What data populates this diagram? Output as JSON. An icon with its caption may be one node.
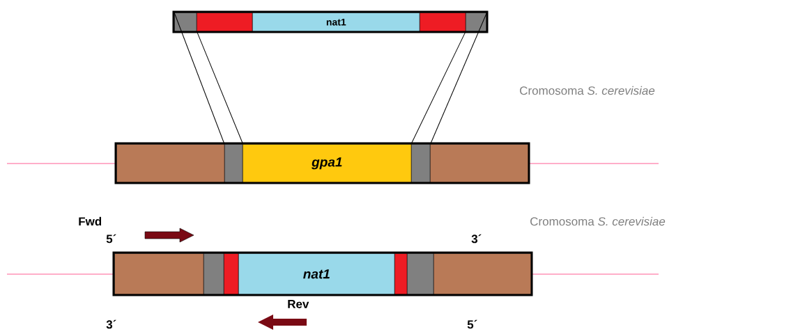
{
  "diagram": {
    "nodes": [
      {
        "text": [],
        "shape": "box"
      },
      {
        "text": [],
        "shape": "box"
      },
      {
        "text": [
          "nat1"
        ]
      },
      {
        "text": [],
        "shape": "box"
      },
      {
        "text": [],
        "shape": "box"
      },
      {
        "text": [],
        "shape": "box"
      },
      {
        "text": [],
        "shape": "box"
      },
      {
        "text": [
          "gpa1"
        ]
      },
      {
        "text": [],
        "shape": "box"
      },
      {
        "text": [],
        "shape": "box"
      },
      {
        "text": [],
        "shape": "box"
      },
      {
        "text": [],
        "shape": "box"
      },
      {
        "text": [],
        "shape": "box"
      },
      {
        "text": [
          "nat1"
        ]
      },
      {
        "text": [],
        "shape": "box"
      },
      {
        "text": [],
        "shape": "box"
      },
      {
        "text": [],
        "shape": "box"
      }
    ],
    "edges": [
      {
        "from": 0,
        "to": 6,
        "arrow": "none"
      },
      {
        "from": 0,
        "to": 6,
        "arrow": "none"
      },
      {
        "from": 4,
        "to": 8,
        "arrow": "none"
      },
      {
        "from": 4,
        "to": 8,
        "arrow": "none"
      }
    ],
    "labels": [
      "Cromosoma *S. cerevisiae*",
      "Fwd",
      "Cromosoma *S. cerevisiae*",
      "5´",
      "3´",
      "Rev",
      "3´",
      "5´"
    ]
  }
}
